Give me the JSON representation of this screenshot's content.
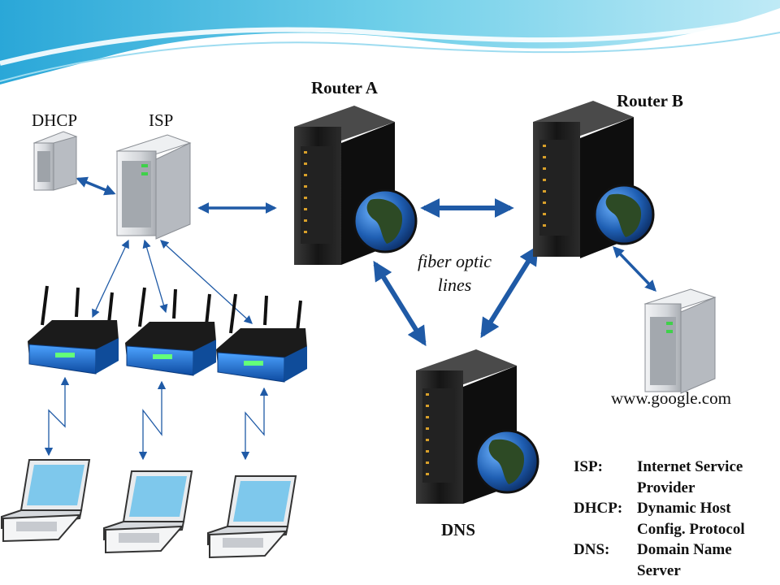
{
  "labels": {
    "router_a": "Router A",
    "router_b": "Router B",
    "dhcp": "DHCP",
    "isp": "ISP",
    "fiber": "fiber optic\nlines",
    "google": "www.google.com",
    "dns": "DNS"
  },
  "legend": [
    {
      "abbr": "ISP:",
      "definition": "Internet Service Provider"
    },
    {
      "abbr": "DHCP:",
      "definition": "Dynamic Host Config. Protocol"
    },
    {
      "abbr": "DNS:",
      "definition": "Domain Name Server"
    }
  ],
  "colors": {
    "arrow_blue": "#1f5aa6",
    "router_blue": "#1e63b5",
    "server_black": "#1a1a1a",
    "server_grey": "#c9ccd1",
    "screen_blue": "#7ec8ec",
    "header_wave": "#5bc3e6"
  }
}
